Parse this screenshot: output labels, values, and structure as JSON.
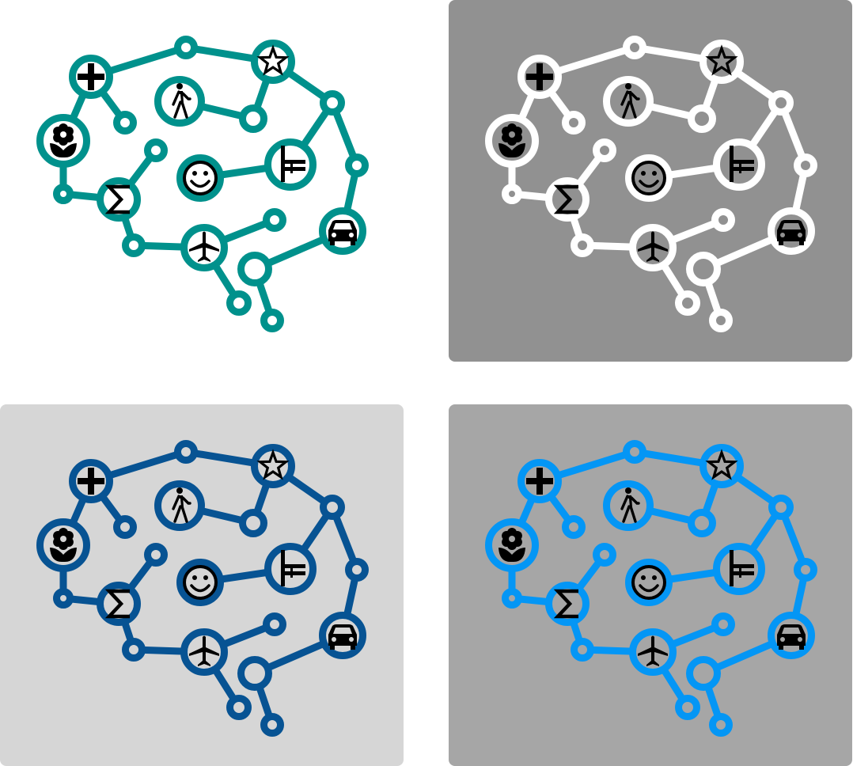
{
  "variants": [
    {
      "id": "teal-on-white",
      "stroke": "#00918c",
      "background": "#ffffff",
      "node_fill": "#ffffff",
      "icon_disc_fill": "#ffffff"
    },
    {
      "id": "white-on-gray",
      "stroke": "#ffffff",
      "background": "#919191",
      "node_fill": "#919191",
      "icon_disc_fill": "#919191"
    },
    {
      "id": "navy-on-lightgray",
      "stroke": "#075393",
      "background": "#d6d6d6",
      "node_fill": "#d6d6d6",
      "icon_disc_fill": "#d6d6d6"
    },
    {
      "id": "blue-on-gray",
      "stroke": "#0496f5",
      "background": "#a6a6a6",
      "node_fill": "#a6a6a6",
      "icon_disc_fill": "#a6a6a6"
    }
  ],
  "icons": [
    "plus-icon",
    "star-icon",
    "walking-person-icon",
    "flower-icon",
    "smiley-face-icon",
    "hospital-bed-icon",
    "sigma-icon",
    "airplane-icon",
    "car-icon"
  ]
}
